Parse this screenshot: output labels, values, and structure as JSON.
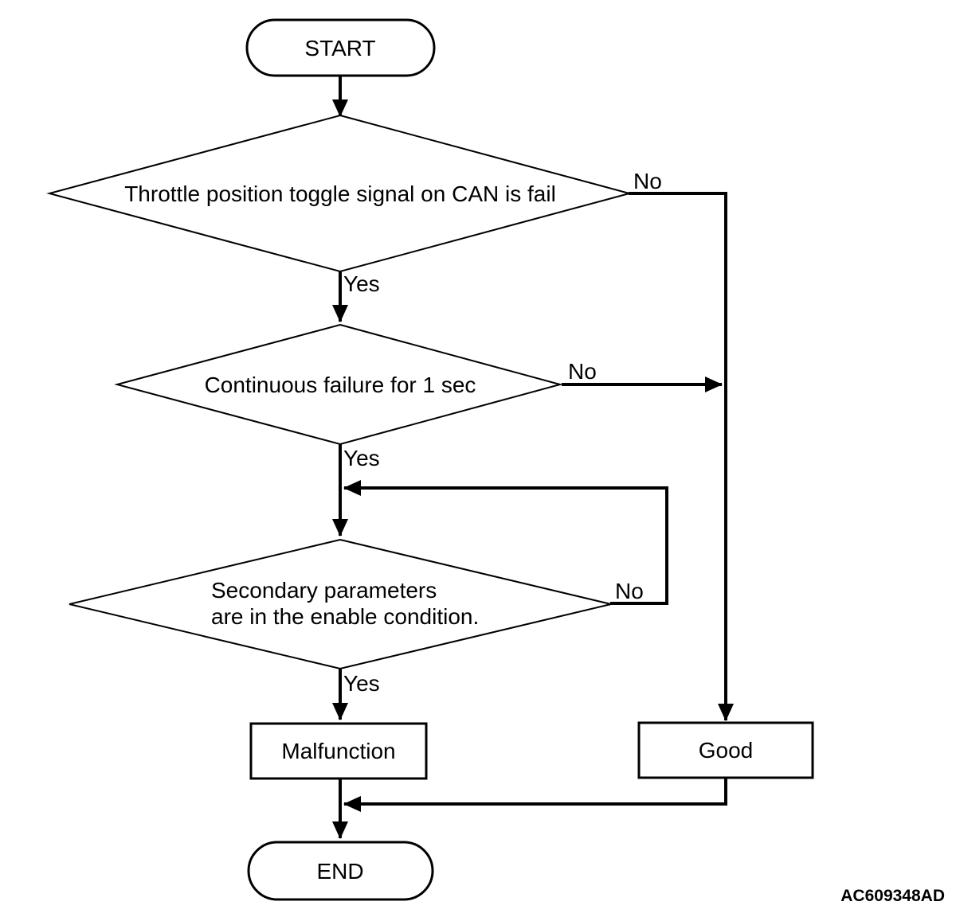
{
  "diagram": {
    "type": "flowchart",
    "figure_code": "AC609348AD",
    "colors": {
      "line": "#000000",
      "text": "#000000",
      "background": "#ffffff"
    },
    "nodes": {
      "start": {
        "label": "START",
        "shape": "terminator"
      },
      "decision1": {
        "label": "Throttle position toggle signal on CAN is fail",
        "shape": "decision"
      },
      "decision2": {
        "label": "Continuous failure for 1 sec",
        "shape": "decision"
      },
      "decision3": {
        "label_line1": "Secondary parameters",
        "label_line2": "are in the enable condition.",
        "shape": "decision"
      },
      "malfunction": {
        "label": "Malfunction",
        "shape": "process"
      },
      "good": {
        "label": "Good",
        "shape": "process"
      },
      "end": {
        "label": "END",
        "shape": "terminator"
      }
    },
    "edge_labels": {
      "decision1_yes": "Yes",
      "decision1_no": "No",
      "decision2_yes": "Yes",
      "decision2_no": "No",
      "decision3_yes": "Yes",
      "decision3_no": "No"
    }
  }
}
